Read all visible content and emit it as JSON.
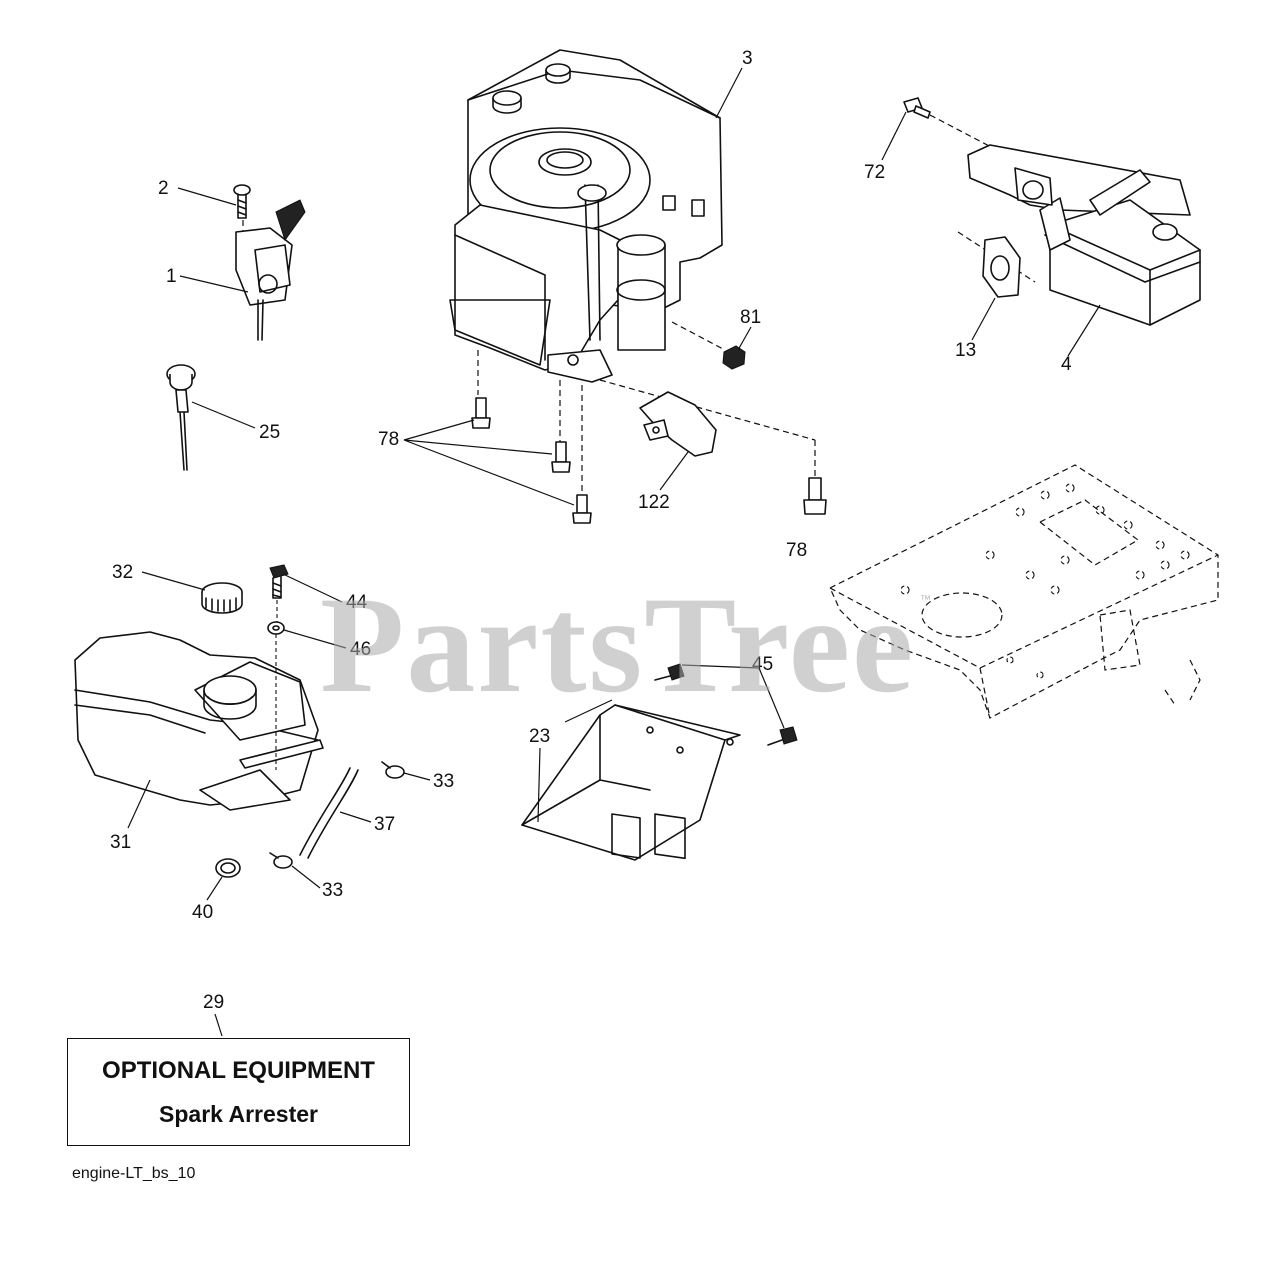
{
  "watermark": {
    "text": "PartsTree",
    "trademark": "™"
  },
  "callouts": {
    "c1": "1",
    "c2": "2",
    "c3": "3",
    "c4": "4",
    "c13": "13",
    "c23": "23",
    "c25": "25",
    "c29": "29",
    "c31": "31",
    "c32": "32",
    "c33a": "33",
    "c33b": "33",
    "c37": "37",
    "c40": "40",
    "c44": "44",
    "c45": "45",
    "c46": "46",
    "c72": "72",
    "c78a": "78",
    "c78b": "78",
    "c81": "81",
    "c122": "122"
  },
  "optional_box": {
    "title": "OPTIONAL EQUIPMENT",
    "subtitle": "Spark Arrester"
  },
  "figure_ref": "engine-LT_bs_10",
  "colors": {
    "line": "#111111",
    "watermark": "#aaaaaa",
    "background": "#ffffff"
  }
}
